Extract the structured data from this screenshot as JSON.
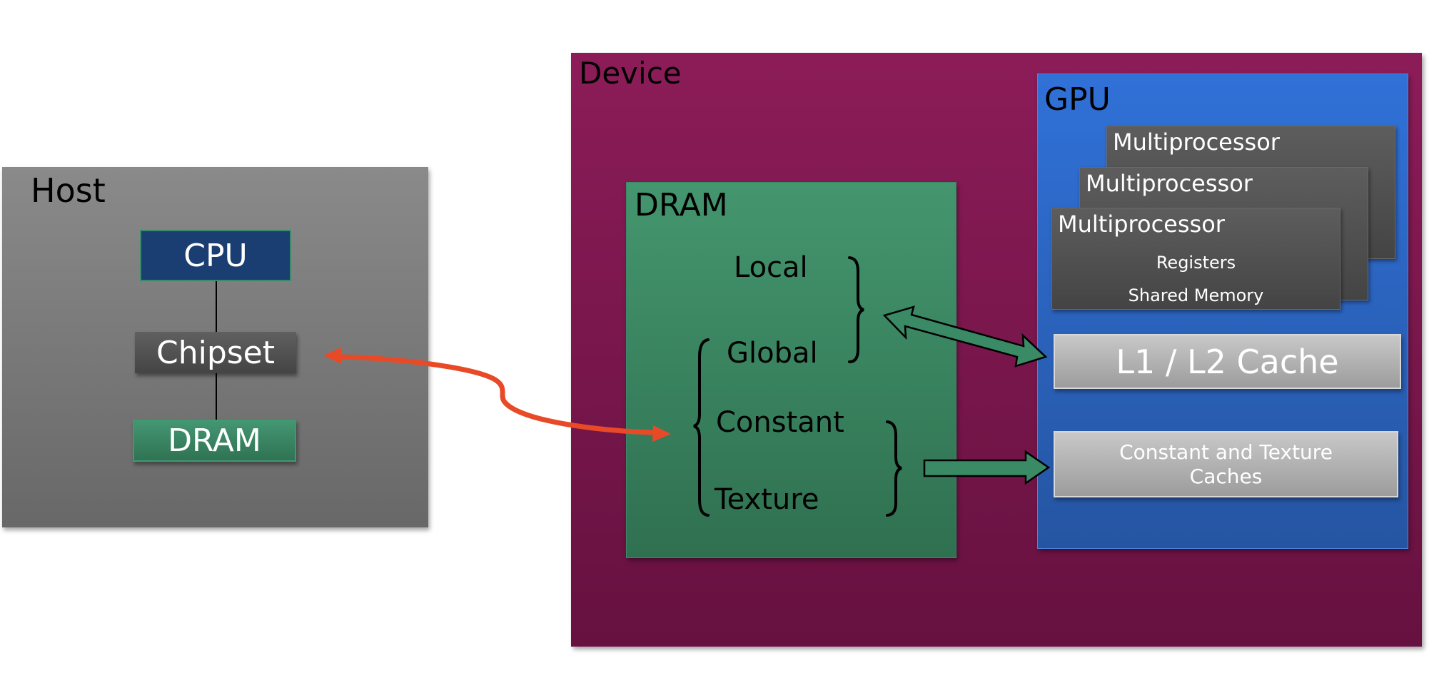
{
  "host": {
    "title": "Host",
    "cpu": "CPU",
    "chipset": "Chipset",
    "dram": "DRAM"
  },
  "device": {
    "title": "Device",
    "dram": {
      "title": "DRAM",
      "memory_spaces": [
        "Local",
        "Global",
        "Constant",
        "Texture"
      ]
    },
    "gpu": {
      "title": "GPU",
      "multiprocessors": [
        "Multiprocessor",
        "Multiprocessor",
        "Multiprocessor"
      ],
      "mp_registers": "Registers",
      "mp_shared_memory": "Shared Memory",
      "cache_l1_l2": "L1 / L2 Cache",
      "cache_const_tex_line1": "Constant and Texture",
      "cache_const_tex_line2": "Caches"
    }
  },
  "connections": [
    {
      "from": "Chipset",
      "to": "DRAM (Device, Global/Constant/Texture)",
      "style": "bidirectional-curved"
    },
    {
      "from": "Local/Global",
      "to": "L1 / L2 Cache",
      "style": "bidirectional-block"
    },
    {
      "from": "Constant/Texture",
      "to": "Constant and Texture Caches",
      "style": "block-arrow"
    }
  ],
  "colors": {
    "host_bg": "#7a7a7a",
    "cpu": "#1a3d72",
    "chipset": "#505050",
    "dram": "#3b8a64",
    "device_bg": "#7a1a4c",
    "gpu_bg": "#2b63c0",
    "multiprocessor": "#505050",
    "cache": "#b4b4b4",
    "pcie_arrow": "#e84a27",
    "block_arrow": "#3b8a64"
  }
}
